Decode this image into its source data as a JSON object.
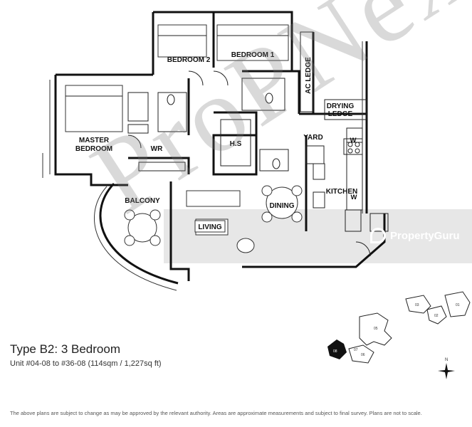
{
  "rooms": {
    "bedroom2": "BEDROOM 2",
    "bedroom1": "BEDROOM 1",
    "ac_ledge": "AC LEDGE",
    "drying_ledge_line1": "DRYING",
    "drying_ledge_line2": "LEDGE",
    "master_line1": "MASTER",
    "master_line2": "BEDROOM",
    "wr": "WR",
    "hs": "H.S",
    "yard": "YARD",
    "w_dryer": "W",
    "kitchen": "KITCHEN",
    "balcony": "BALCONY",
    "dining": "DINING",
    "living": "LIVING",
    "w_kitchen": "W"
  },
  "watermark": "ProPNex",
  "overlay": {
    "brand": "PropertyGuru"
  },
  "caption": {
    "title": "Type B2: 3 Bedroom",
    "units": "Unit #04-08 to #36-08  (114sqm / 1,227sq ft)",
    "disclaimer": "The above plans are subject to change as may be approved by the relevant authority. Areas are approximate measurements and subject to final survey. Plans are not to scale."
  },
  "keyplan": {
    "labels": [
      "05",
      "08",
      "06",
      "07",
      "03",
      "02",
      "01"
    ],
    "north": "N"
  }
}
